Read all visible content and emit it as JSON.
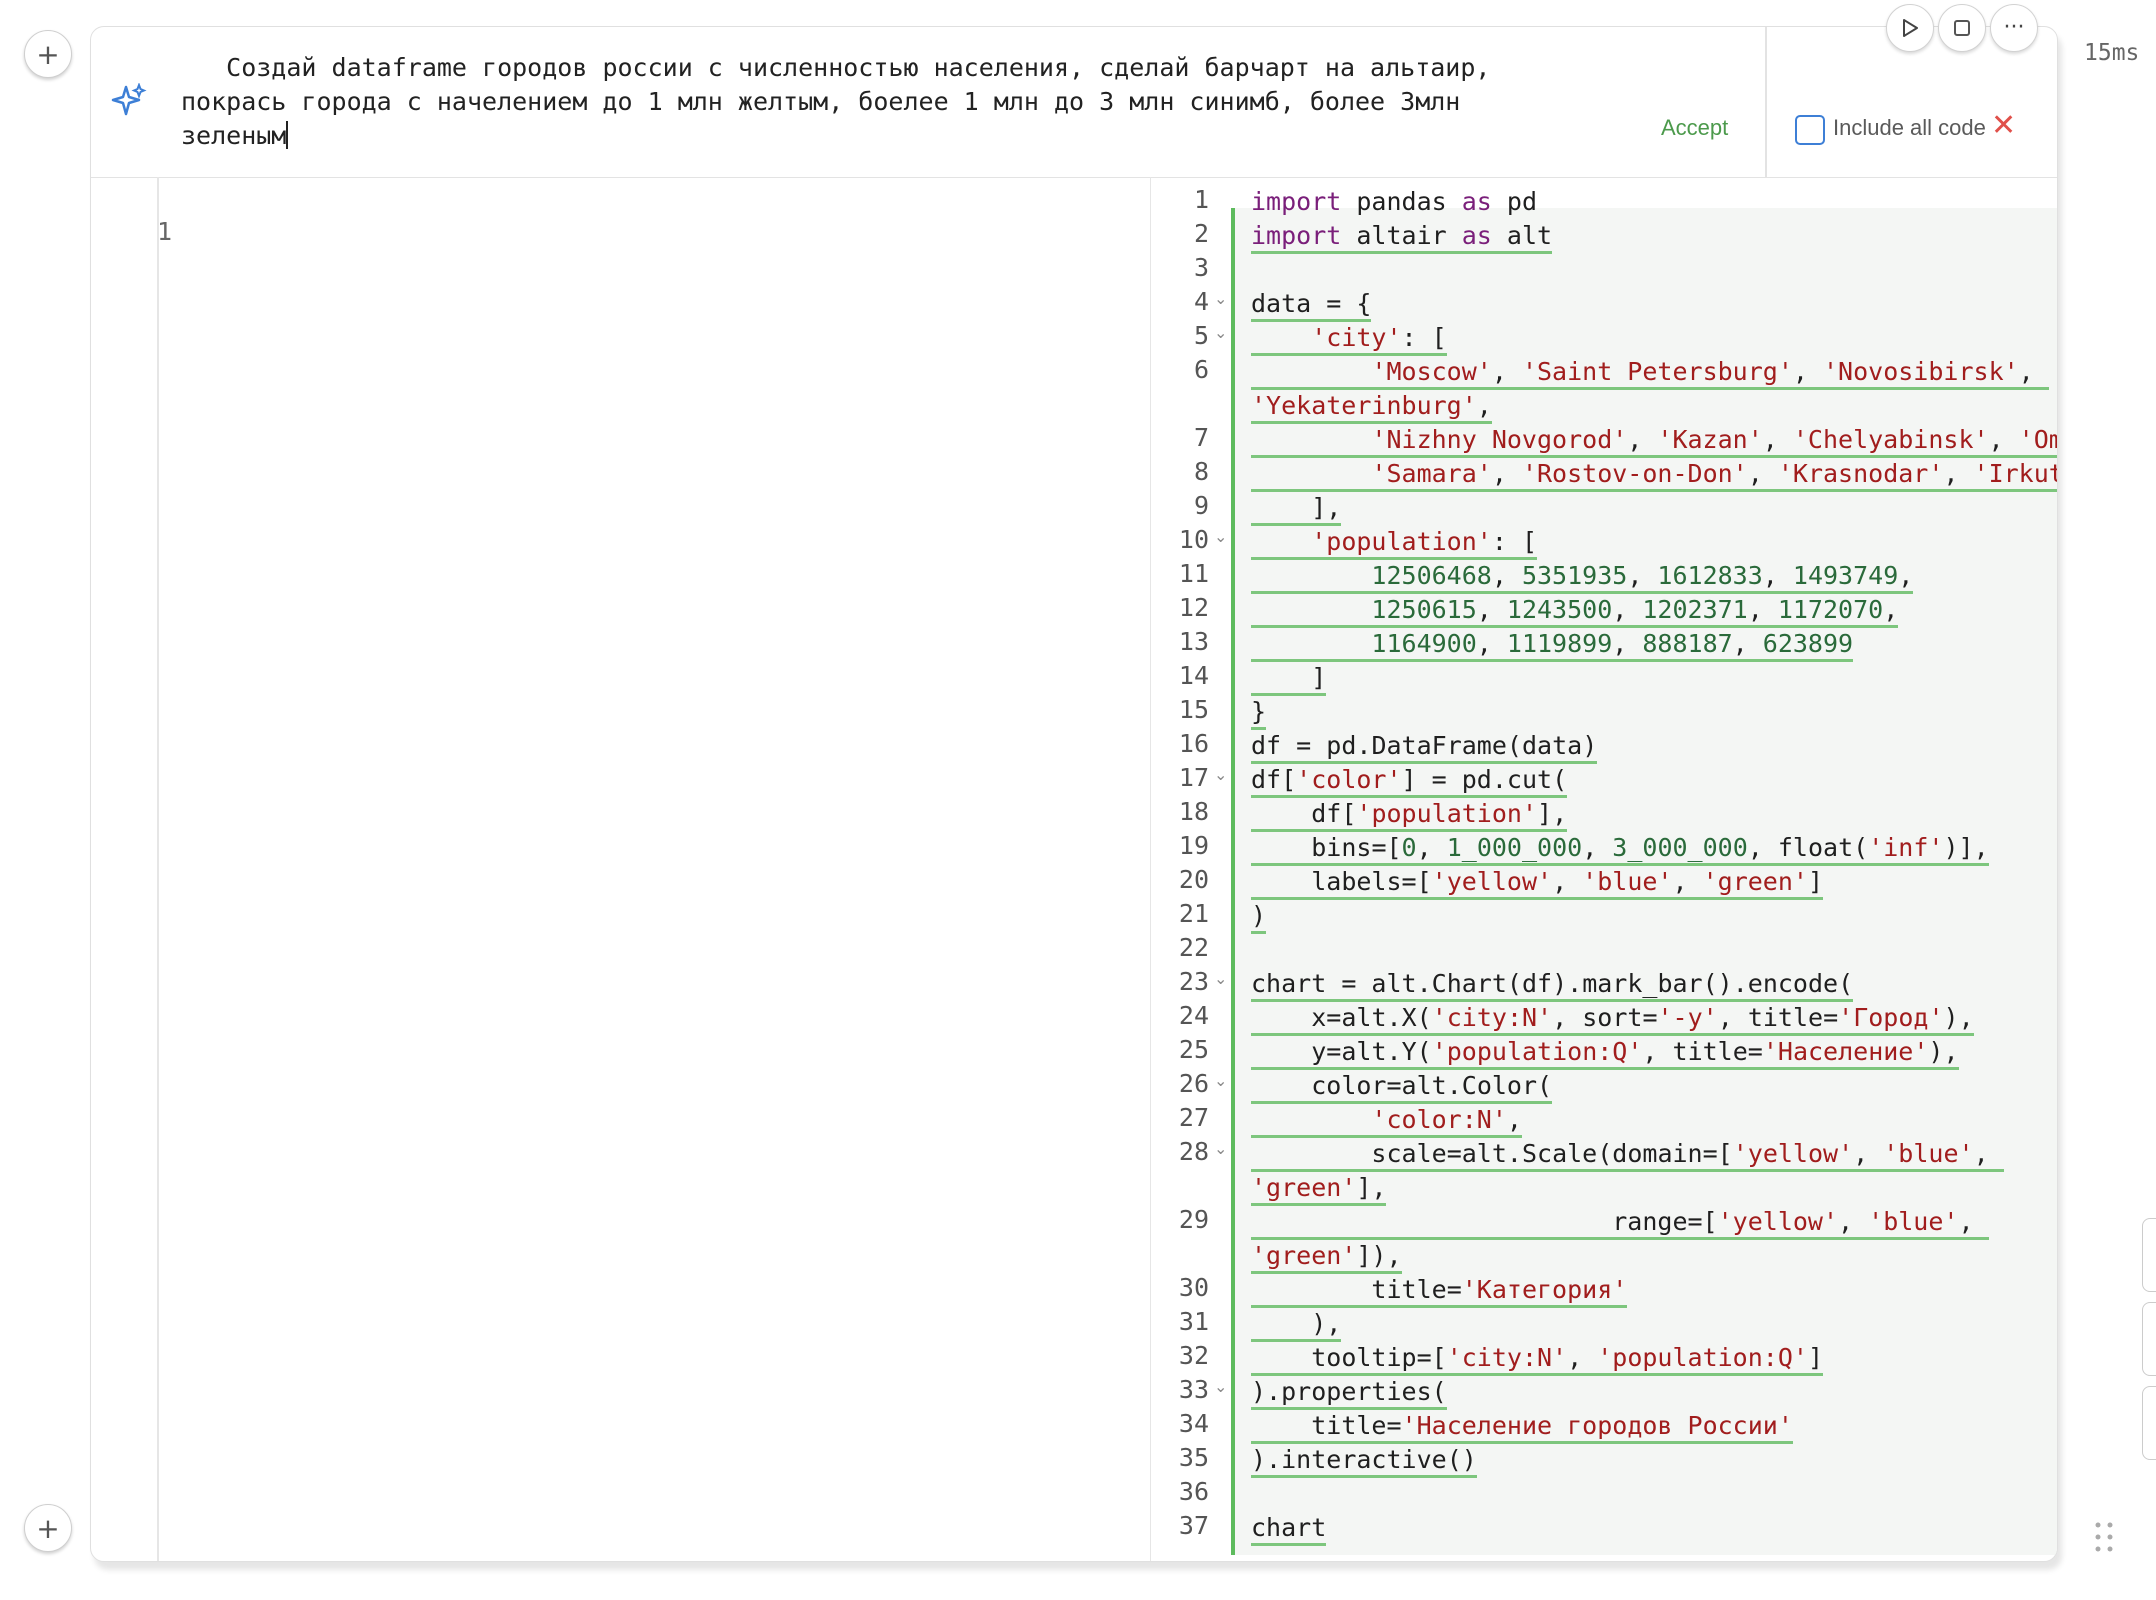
{
  "cell": {
    "prompt_lines": [
      "   Создай dataframe городов россии с численностью населения, сделай барчарт на альтаир,",
      "покрась города с начелением до 1 млн желтым, боелее 1 млн до 3 млн синимб, более 3млн",
      "зеленым"
    ],
    "accept_label": "Accept",
    "include_all_code_label": "Include all code",
    "timing": "15ms",
    "left_line_number": "1"
  },
  "icons": [
    "plus-icon",
    "sparkle-icon",
    "close-icon",
    "play-icon",
    "stop-icon",
    "more-icon",
    "trash-icon",
    "drag-handle-icon"
  ],
  "colors": {
    "accent_green": "#5dbb5d",
    "accept_green": "#4c9a4c",
    "close_red": "#e0504a",
    "checkbox_blue": "#3d7fd6"
  },
  "code": {
    "lines": [
      {
        "n": "1",
        "fold": false,
        "text": "import pandas as pd",
        "underline": false
      },
      {
        "n": "2",
        "fold": false,
        "text": "import altair as alt",
        "underline": true
      },
      {
        "n": "3",
        "fold": false,
        "text": "",
        "underline": false
      },
      {
        "n": "4",
        "fold": true,
        "text": "data = {",
        "underline": true
      },
      {
        "n": "5",
        "fold": true,
        "text": "    'city': [",
        "underline": true
      },
      {
        "n": "6",
        "fold": false,
        "text": "        'Moscow', 'Saint Petersburg', 'Novosibirsk', ",
        "underline": true
      },
      {
        "n": "",
        "fold": false,
        "text": "'Yekaterinburg',",
        "underline": true
      },
      {
        "n": "7",
        "fold": false,
        "text": "        'Nizhny Novgorod', 'Kazan', 'Chelyabinsk', 'Omsk',",
        "underline": true
      },
      {
        "n": "8",
        "fold": false,
        "text": "        'Samara', 'Rostov-on-Don', 'Krasnodar', 'Irkutsk'",
        "underline": true
      },
      {
        "n": "9",
        "fold": false,
        "text": "    ],",
        "underline": true
      },
      {
        "n": "10",
        "fold": true,
        "text": "    'population': [",
        "underline": true
      },
      {
        "n": "11",
        "fold": false,
        "text": "        12506468, 5351935, 1612833, 1493749,",
        "underline": true
      },
      {
        "n": "12",
        "fold": false,
        "text": "        1250615, 1243500, 1202371, 1172070,",
        "underline": true
      },
      {
        "n": "13",
        "fold": false,
        "text": "        1164900, 1119899, 888187, 623899",
        "underline": true
      },
      {
        "n": "14",
        "fold": false,
        "text": "    ]",
        "underline": true
      },
      {
        "n": "15",
        "fold": false,
        "text": "}",
        "underline": true
      },
      {
        "n": "16",
        "fold": false,
        "text": "df = pd.DataFrame(data)",
        "underline": true
      },
      {
        "n": "17",
        "fold": true,
        "text": "df['color'] = pd.cut(",
        "underline": true
      },
      {
        "n": "18",
        "fold": false,
        "text": "    df['population'],",
        "underline": true
      },
      {
        "n": "19",
        "fold": false,
        "text": "    bins=[0, 1_000_000, 3_000_000, float('inf')],",
        "underline": true
      },
      {
        "n": "20",
        "fold": false,
        "text": "    labels=['yellow', 'blue', 'green']",
        "underline": true
      },
      {
        "n": "21",
        "fold": false,
        "text": ")",
        "underline": true
      },
      {
        "n": "22",
        "fold": false,
        "text": "",
        "underline": false
      },
      {
        "n": "23",
        "fold": true,
        "text": "chart = alt.Chart(df).mark_bar().encode(",
        "underline": true
      },
      {
        "n": "24",
        "fold": false,
        "text": "    x=alt.X('city:N', sort='-y', title='Город'),",
        "underline": true
      },
      {
        "n": "25",
        "fold": false,
        "text": "    y=alt.Y('population:Q', title='Население'),",
        "underline": true
      },
      {
        "n": "26",
        "fold": true,
        "text": "    color=alt.Color(",
        "underline": true
      },
      {
        "n": "27",
        "fold": false,
        "text": "        'color:N',",
        "underline": true
      },
      {
        "n": "28",
        "fold": true,
        "text": "        scale=alt.Scale(domain=['yellow', 'blue', ",
        "underline": true
      },
      {
        "n": "",
        "fold": false,
        "text": "'green'],",
        "underline": true
      },
      {
        "n": "29",
        "fold": false,
        "text": "                        range=['yellow', 'blue', ",
        "underline": true
      },
      {
        "n": "",
        "fold": false,
        "text": "'green']),",
        "underline": true
      },
      {
        "n": "30",
        "fold": false,
        "text": "        title='Категория'",
        "underline": true
      },
      {
        "n": "31",
        "fold": false,
        "text": "    ),",
        "underline": true
      },
      {
        "n": "32",
        "fold": false,
        "text": "    tooltip=['city:N', 'population:Q']",
        "underline": true
      },
      {
        "n": "33",
        "fold": true,
        "text": ").properties(",
        "underline": true
      },
      {
        "n": "34",
        "fold": false,
        "text": "    title='Население городов России'",
        "underline": true
      },
      {
        "n": "35",
        "fold": false,
        "text": ").interactive()",
        "underline": true
      },
      {
        "n": "36",
        "fold": false,
        "text": "",
        "underline": false
      },
      {
        "n": "37",
        "fold": false,
        "text": "chart",
        "underline": true
      }
    ]
  }
}
